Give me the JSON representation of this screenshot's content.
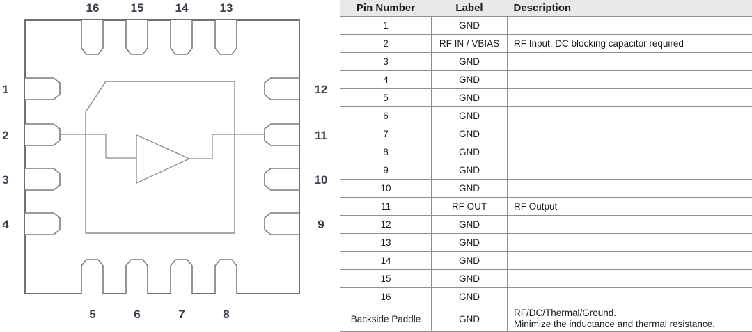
{
  "diagram": {
    "name": "qfn-16-package-pinout",
    "package_outline_color": "#6f6f78",
    "die_outline_color": "#8a8a92",
    "pins_top": [
      "16",
      "15",
      "14",
      "13"
    ],
    "pins_left": [
      "1",
      "2",
      "3",
      "4"
    ],
    "pins_right": [
      "12",
      "11",
      "10",
      "9"
    ],
    "pins_bottom": [
      "5",
      "6",
      "7",
      "8"
    ],
    "symbol": "amplifier-triangle",
    "rf_in_pin": "2",
    "rf_out_pin": "11"
  },
  "table": {
    "headers": {
      "pin_number": "Pin Number",
      "label": "Label",
      "description": "Description"
    },
    "header_bg": "#e9e9e9",
    "border_color": "#8e8e96",
    "rows": [
      {
        "pin": "1",
        "label": "GND",
        "desc": ""
      },
      {
        "pin": "2",
        "label": "RF IN / VBIAS",
        "desc": "RF Input, DC blocking capacitor required"
      },
      {
        "pin": "3",
        "label": "GND",
        "desc": ""
      },
      {
        "pin": "4",
        "label": "GND",
        "desc": ""
      },
      {
        "pin": "5",
        "label": "GND",
        "desc": ""
      },
      {
        "pin": "6",
        "label": "GND",
        "desc": ""
      },
      {
        "pin": "7",
        "label": "GND",
        "desc": ""
      },
      {
        "pin": "8",
        "label": "GND",
        "desc": ""
      },
      {
        "pin": "9",
        "label": "GND",
        "desc": ""
      },
      {
        "pin": "10",
        "label": "GND",
        "desc": ""
      },
      {
        "pin": "11",
        "label": "RF OUT",
        "desc": "RF Output"
      },
      {
        "pin": "12",
        "label": "GND",
        "desc": ""
      },
      {
        "pin": "13",
        "label": "GND",
        "desc": ""
      },
      {
        "pin": "14",
        "label": "GND",
        "desc": ""
      },
      {
        "pin": "15",
        "label": "GND",
        "desc": ""
      },
      {
        "pin": "16",
        "label": "GND",
        "desc": ""
      }
    ],
    "paddle_row": {
      "pin": "Backside Paddle",
      "label": "GND",
      "desc_line1": "RF/DC/Thermal/Ground.",
      "desc_line2": "Minimize the inductance and thermal resistance."
    }
  }
}
